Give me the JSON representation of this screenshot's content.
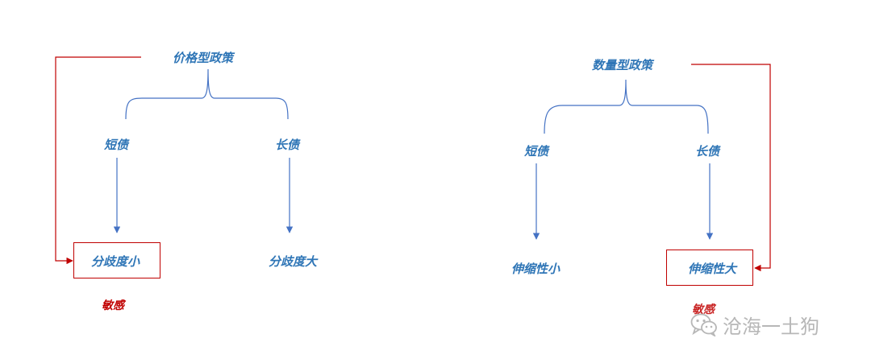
{
  "left_diagram": {
    "top": "价格型政策",
    "branch_left": "短债",
    "branch_right": "长债",
    "result_left": "分歧度小",
    "result_right": "分歧度大",
    "annotation": "敏感"
  },
  "right_diagram": {
    "top": "数量型政策",
    "branch_left": "短债",
    "branch_right": "长债",
    "result_left": "伸缩性小",
    "result_right": "伸缩性大",
    "annotation": "敏感"
  },
  "watermark": {
    "text": "沧海一土狗",
    "icon": "wechat-icon"
  },
  "colors": {
    "blue": "#2e75b6",
    "line_blue": "#4472c4",
    "red": "#c00000",
    "watermark": "#b7b7b7"
  }
}
